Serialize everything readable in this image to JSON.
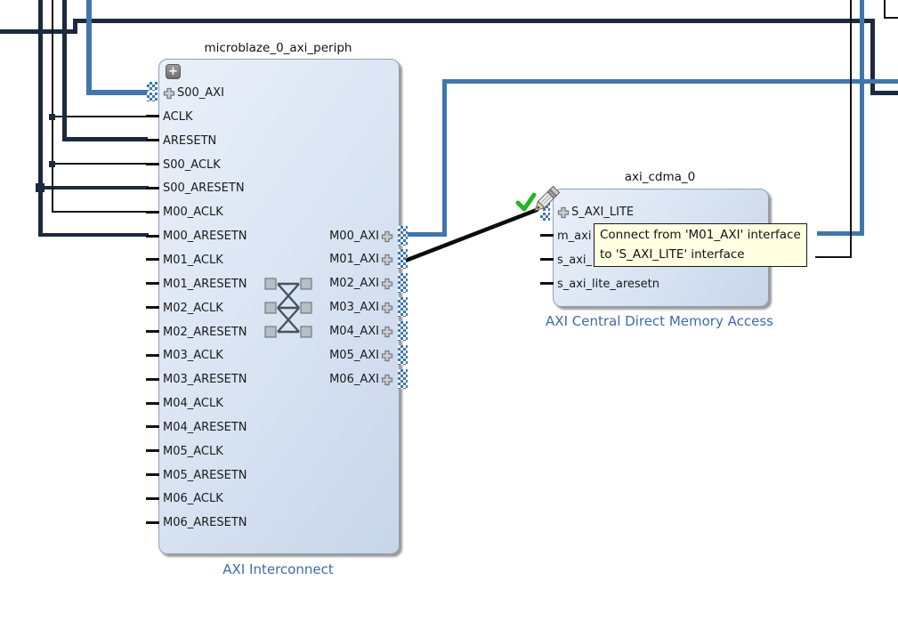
{
  "diagram": {
    "tool": "block-design-editor",
    "colors": {
      "wire_dark": "#1b2a3e",
      "wire_interface_blue": "#4076ab",
      "block_caption_blue": "#3e6ca8",
      "tooltip_bg": "#ffffe1",
      "block_fill_light": "#eaf0f9",
      "block_fill_dark": "#c8d6ea"
    }
  },
  "interconnect": {
    "title": "microblaze_0_axi_periph",
    "caption": "AXI Interconnect",
    "collapse_button_label": "+",
    "left_ports": [
      "S00_AXI",
      "ACLK",
      "ARESETN",
      "S00_ACLK",
      "S00_ARESETN",
      "M00_ACLK",
      "M00_ARESETN",
      "M01_ACLK",
      "M01_ARESETN",
      "M02_ACLK",
      "M02_ARESETN",
      "M03_ACLK",
      "M03_ARESETN",
      "M04_ACLK",
      "M04_ARESETN",
      "M05_ACLK",
      "M05_ARESETN",
      "M06_ACLK",
      "M06_ARESETN"
    ],
    "right_ports": [
      "M00_AXI",
      "M01_AXI",
      "M02_AXI",
      "M03_AXI",
      "M04_AXI",
      "M05_AXI",
      "M06_AXI"
    ]
  },
  "cdma": {
    "title": "axi_cdma_0",
    "caption": "AXI Central Direct Memory Access",
    "left_ports": [
      "S_AXI_LITE",
      "m_axi",
      "s_axi_",
      "s_axi_lite_aresetn"
    ]
  },
  "tooltip": {
    "line1": "Connect from 'M01_AXI' interface",
    "line2": "to 'S_AXI_LITE' interface"
  },
  "icons": {
    "pencil": "pencil-draw-connection-icon",
    "check": "valid-connection-checkmark-icon",
    "crossbar": "axi-crossbar-icon",
    "interface_plus": "expand-interface-plus-icon"
  }
}
